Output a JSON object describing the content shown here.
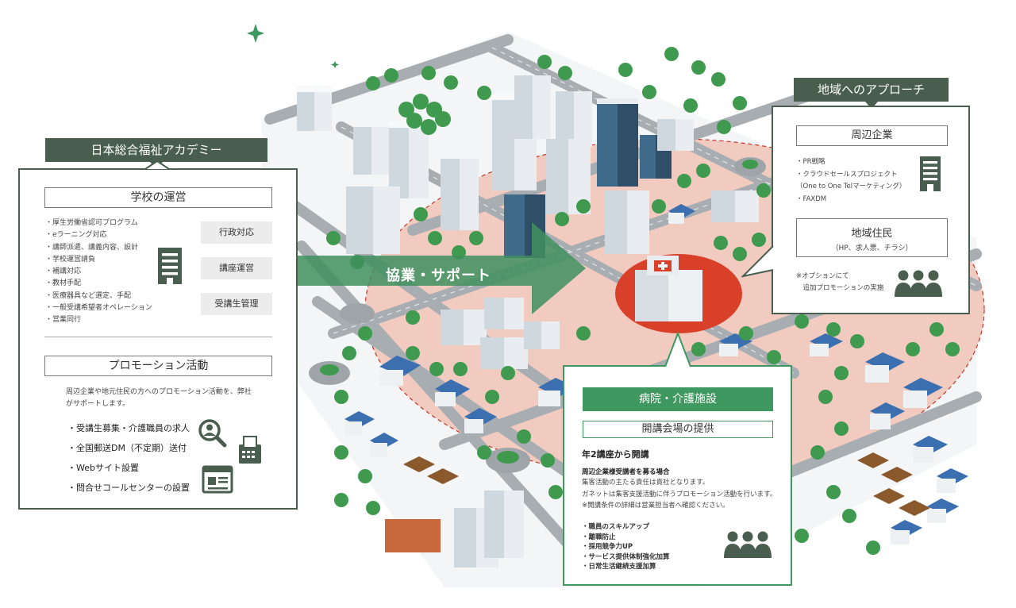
{
  "arrow": {
    "label": "協業・サポート"
  },
  "left_panel": {
    "tag": "日本総合福祉アカデミー",
    "school": {
      "title": "学校の運営",
      "items": [
        "・厚生労働省認可プログラム",
        "・eラーニング対応",
        "・講師派遣、講義内容、設計",
        "・学校運営請負",
        "・補講対応",
        "・教材手配",
        "・医療器具など選定、手配",
        "・一般受講希望者オペレーション",
        "・営業同行"
      ],
      "pills": [
        "行政対応",
        "講座運営",
        "受講生管理"
      ]
    },
    "promotion": {
      "title": "プロモーション活動",
      "description": "周辺企業や地元住民の方へのプロモーション活動を、弊社がサポートします。",
      "items": [
        "・受講生募集・介護職員の求人",
        "・全国郵送DM（不定期）送付",
        "・Webサイト設置",
        "・問合せコールセンターの設置"
      ]
    },
    "icons": [
      "building-icon",
      "search-person-icon",
      "fax-icon",
      "web-page-icon"
    ]
  },
  "right_panel": {
    "tag": "地域へのアプローチ",
    "corporate": {
      "title": "周辺企業",
      "items": [
        "・PR戦略",
        "・クラウドセールスプロジェクト",
        "（One to One Telマーケティング）",
        "・FAXDM"
      ]
    },
    "residents": {
      "title": "地域住民",
      "subtitle": "（HP、求人票、チラシ）"
    },
    "note_lines": [
      "※オプションにて",
      "　追加プロモーションの実施"
    ],
    "icons": [
      "building-icon",
      "people-group-icon"
    ]
  },
  "hospital_panel": {
    "tag": "病院・介護施設",
    "venue_title": "開講会場の提供",
    "subtitle": "年2講座から開講",
    "block_title": "周辺企業様受講者を募る場合",
    "lines": [
      "集客活動の主たる責任は貴社となります。",
      "ガネットは集客支援活動に伴うプロモーション活動を行います。",
      "※開講条件の詳細は営業担当者へ確認ください。"
    ],
    "benefits": [
      "・職員のスキルアップ",
      "・離職防止",
      "・採用競争力UP",
      "・サービス提供体制強化加算",
      "・日常生活継続支援加算"
    ],
    "icons": [
      "people-group-icon"
    ]
  },
  "colors": {
    "dark_green": "#4a5e4f",
    "bright_green": "#3e9860",
    "arrow_green": "#3f8f5e",
    "pill_gray": "#ececec",
    "district_pink": "#f1cbc0",
    "hospital_red": "#d9402a",
    "road_gray": "#9ea4a8"
  }
}
